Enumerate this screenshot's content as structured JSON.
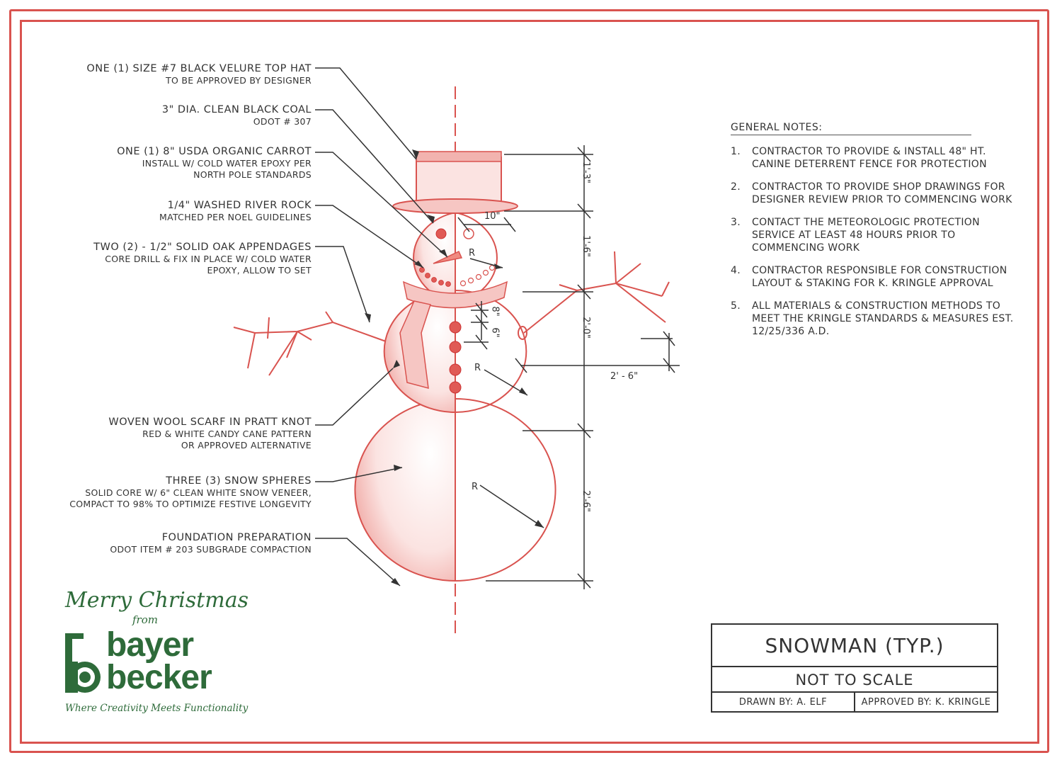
{
  "callouts": [
    {
      "line1": "ONE (1) SIZE #7 BLACK VELURE TOP HAT",
      "line2": "TO BE APPROVED BY DESIGNER"
    },
    {
      "line1": "3\" DIA. CLEAN BLACK COAL",
      "line2": "ODOT # 307"
    },
    {
      "line1": "ONE (1) 8\" USDA ORGANIC CARROT",
      "line2": "INSTALL W/ COLD WATER EPOXY PER",
      "line3": "NORTH POLE STANDARDS"
    },
    {
      "line1": "1/4\" WASHED RIVER ROCK",
      "line2": "MATCHED PER NOEL GUIDELINES"
    },
    {
      "line1": "TWO (2) - 1/2\" SOLID OAK APPENDAGES",
      "line2": "CORE DRILL & FIX IN PLACE W/ COLD WATER",
      "line3": "EPOXY, ALLOW TO SET"
    },
    {
      "line1": "WOVEN WOOL SCARF IN PRATT KNOT",
      "line2": "RED & WHITE CANDY CANE PATTERN",
      "line3": "OR APPROVED ALTERNATIVE"
    },
    {
      "line1": "THREE (3) SNOW SPHERES",
      "line2": "SOLID CORE W/ 6\" CLEAN WHITE SNOW VENEER,",
      "line3": "COMPACT TO 98% TO OPTIMIZE FESTIVE LONGEVITY"
    },
    {
      "line1": "FOUNDATION PREPARATION",
      "line2": "ODOT ITEM # 203 SUBGRADE COMPACTION"
    }
  ],
  "general_notes": {
    "title": "GENERAL NOTES:",
    "items": [
      {
        "num": "1.",
        "text": "CONTRACTOR TO PROVIDE & INSTALL 48\" HT. CANINE DETERRENT FENCE FOR PROTECTION"
      },
      {
        "num": "2.",
        "text": "CONTRACTOR TO PROVIDE SHOP DRAWINGS FOR DESIGNER REVIEW PRIOR TO COMMENCING WORK"
      },
      {
        "num": "3.",
        "text": "CONTACT THE METEOROLOGIC PROTECTION SERVICE AT LEAST 48 HOURS PRIOR TO COMMENCING WORK"
      },
      {
        "num": "4.",
        "text": "CONTRACTOR RESPONSIBLE FOR CONSTRUCTION LAYOUT & STAKING FOR K. KRINGLE APPROVAL"
      },
      {
        "num": "5.",
        "text": "ALL MATERIALS & CONSTRUCTION METHODS TO MEET THE KRINGLE STANDARDS & MEASURES EST. 12/25/336 A.D."
      }
    ]
  },
  "dimensions": {
    "hat_height": "1'-3\"",
    "head_height": "1'-6\"",
    "torso_height": "2'-0\"",
    "base_height": "2'-6\"",
    "arm_span": "2' - 6\"",
    "hat_offset": "10\"",
    "torso_8": "8\"",
    "torso_6": "6\"",
    "radius": "R"
  },
  "title_block": {
    "title": "SNOWMAN (TYP.)",
    "scale": "NOT TO SCALE",
    "drawn_by": "DRAWN BY: A. ELF",
    "approved_by": "APPROVED BY: K. KRINGLE"
  },
  "branding": {
    "greeting": "Merry Christmas",
    "from": "from",
    "logo_line1": "bayer",
    "logo_line2": "becker",
    "tagline": "Where Creativity Meets Functionality"
  },
  "colors": {
    "accent": "#d9534f",
    "brand": "#2e6b3a",
    "ink": "#333333"
  }
}
